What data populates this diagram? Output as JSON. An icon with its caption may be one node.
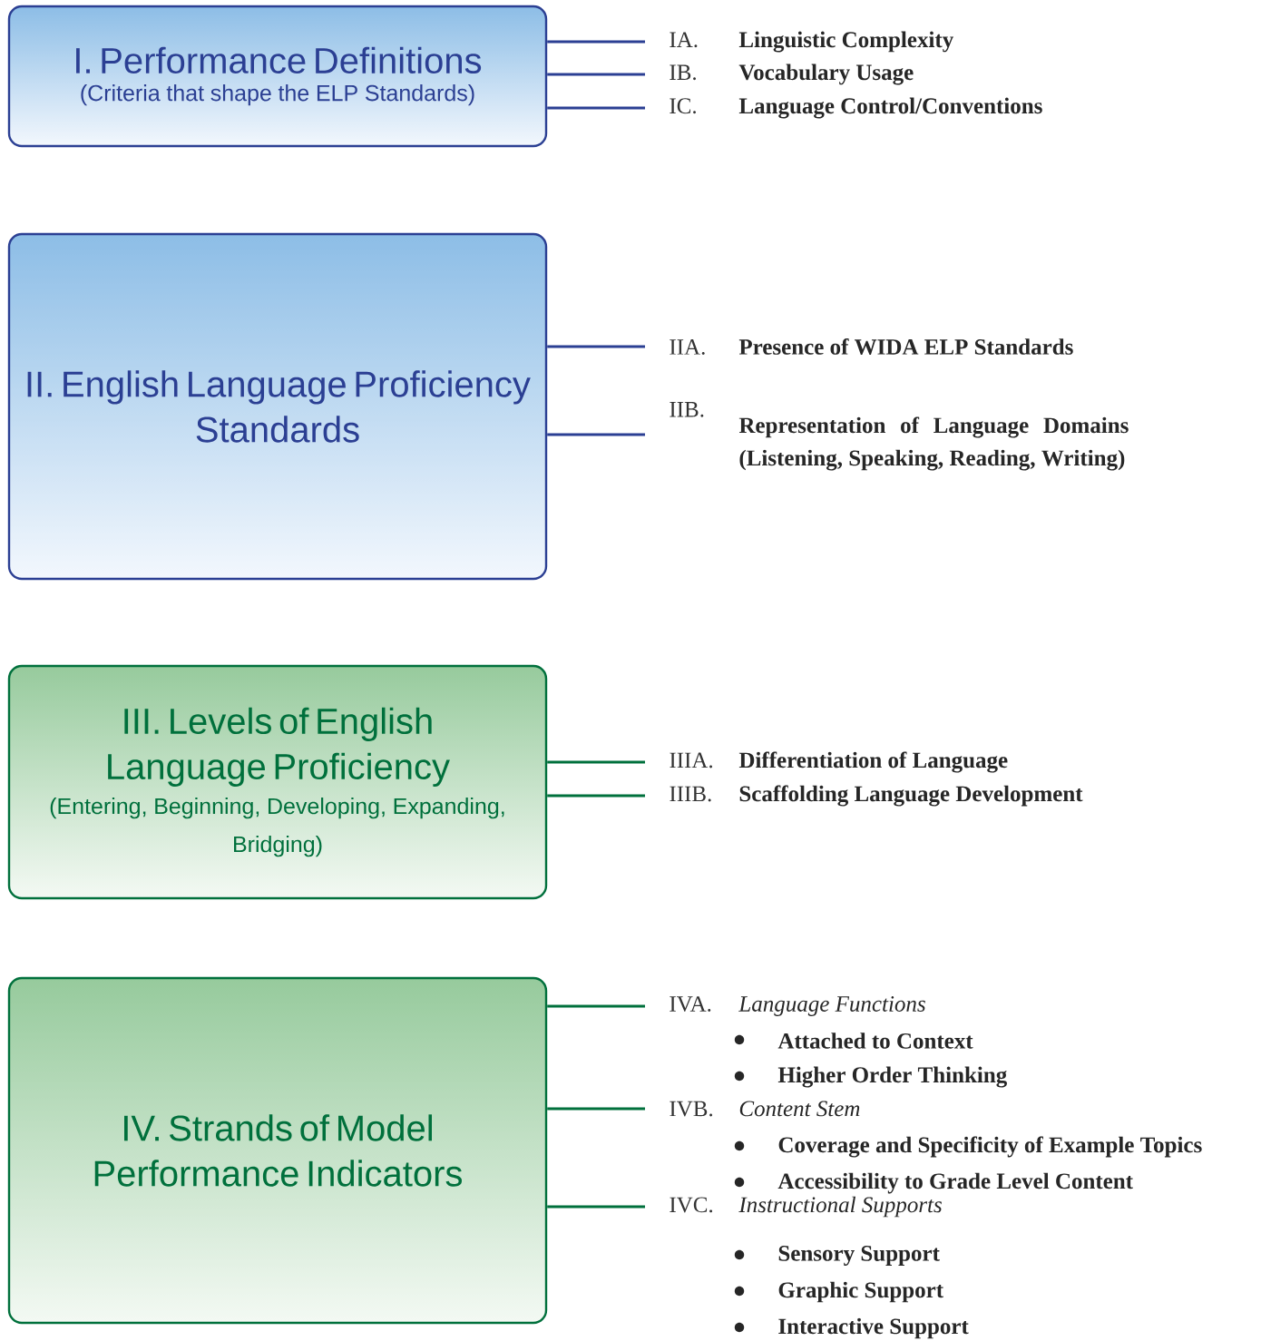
{
  "diagram": {
    "nodes": [
      {
        "text": [
          "I. Performance Definitions",
          "(Criteria that shape the ELP Standards)"
        ]
      },
      {
        "text": [
          "IA.",
          "Linguistic Complexity"
        ]
      },
      {
        "text": [
          "IB.",
          "Vocabulary Usage"
        ]
      },
      {
        "text": [
          "IC.",
          "Language Control/Conventions"
        ]
      },
      {
        "text": [
          "II. English Language Proficiency Standards"
        ]
      },
      {
        "text": [
          "IIA.",
          "Presence of WIDA ELP Standards"
        ]
      },
      {
        "text": [
          "IIB.",
          "Representation of Language Domains (Listening, Speaking, Reading, Writing)"
        ]
      },
      {
        "text": [
          "III. Levels of English Language Proficiency",
          "(Entering, Beginning, Developing, Expanding, Bridging)"
        ]
      },
      {
        "text": [
          "IIIA.",
          "Differentiation of Language"
        ]
      },
      {
        "text": [
          "IIIB.",
          "Scaffolding Language Development"
        ]
      },
      {
        "text": [
          "IV. Strands of Model Performance Indicators"
        ]
      },
      {
        "text": [
          "IVA.",
          "Language Functions"
        ],
        "beside": [
          "Attached to Context",
          "Higher Order Thinking"
        ]
      },
      {
        "text": [
          "IVB.",
          "Content Stem"
        ],
        "beside": [
          "Coverage and Specificity of Example Topics",
          "Accessibility to Grade Level Content"
        ]
      },
      {
        "text": [
          "IVC.",
          "Instructional Supports"
        ],
        "beside": [
          "Sensory Support",
          "Graphic Support",
          "Interactive Support"
        ]
      }
    ],
    "edges": [
      {
        "from": 0,
        "to": 1,
        "arrow": "none"
      },
      {
        "from": 0,
        "to": 2,
        "arrow": "none"
      },
      {
        "from": 0,
        "to": 3,
        "arrow": "none"
      },
      {
        "from": 4,
        "to": 5,
        "arrow": "none"
      },
      {
        "from": 4,
        "to": 6,
        "arrow": "none"
      },
      {
        "from": 7,
        "to": 8,
        "arrow": "none",
        "color": "#00703c"
      },
      {
        "from": 7,
        "to": 9,
        "arrow": "none",
        "color": "#00703c"
      },
      {
        "from": 10,
        "to": 11,
        "arrow": "none",
        "color": "#00703c"
      },
      {
        "from": 10,
        "to": 12,
        "arrow": "none",
        "color": "#00703c"
      },
      {
        "from": 10,
        "to": 13,
        "arrow": "none",
        "color": "#00703c"
      }
    ]
  }
}
